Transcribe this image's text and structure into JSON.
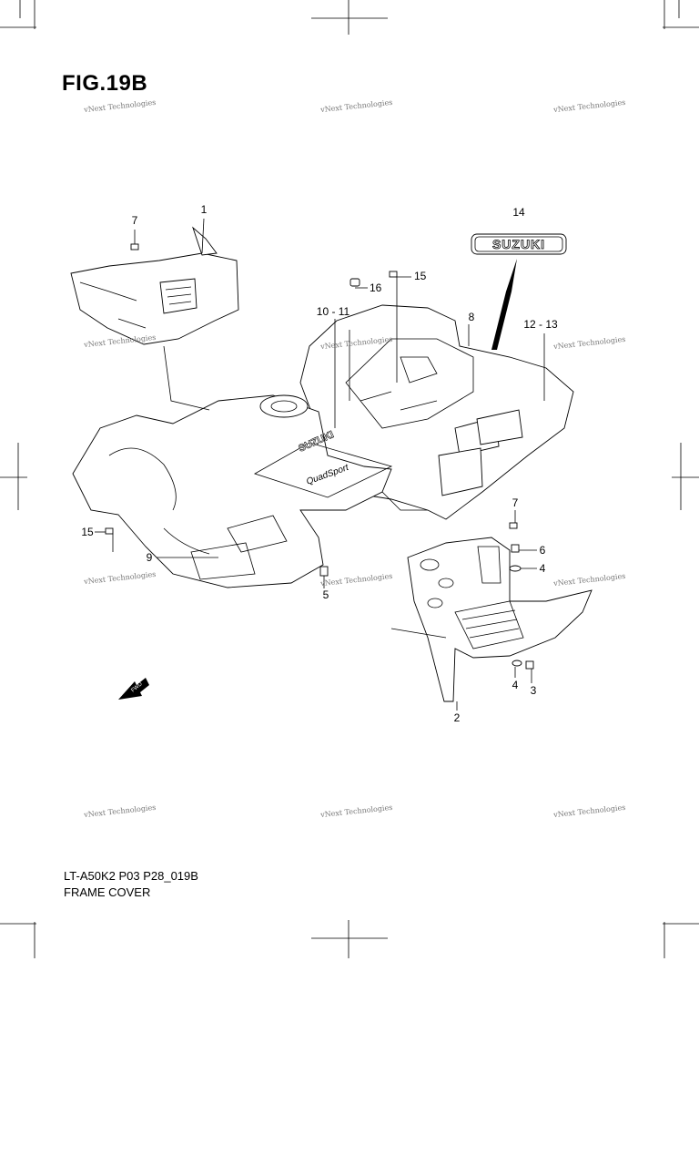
{
  "figure": {
    "title": "FIG.19B"
  },
  "caption": {
    "code": "LT-A50K2 P03 P28_019B",
    "name": "FRAME COVER"
  },
  "watermark": {
    "text": "vNext Technologies"
  },
  "callouts": {
    "c1": "1",
    "c2": "2",
    "c3": "3",
    "c4a": "4",
    "c4b": "4",
    "c5": "5",
    "c6": "6",
    "c7a": "7",
    "c7b": "7",
    "c8": "8",
    "c9": "9",
    "c10": "10 - 11",
    "c12": "12 - 13",
    "c14": "14",
    "c15a": "15",
    "c15b": "15",
    "c16": "16"
  },
  "decals": {
    "brand": "SUZUKI",
    "model": "QuadSport",
    "fwd": "FWD"
  }
}
